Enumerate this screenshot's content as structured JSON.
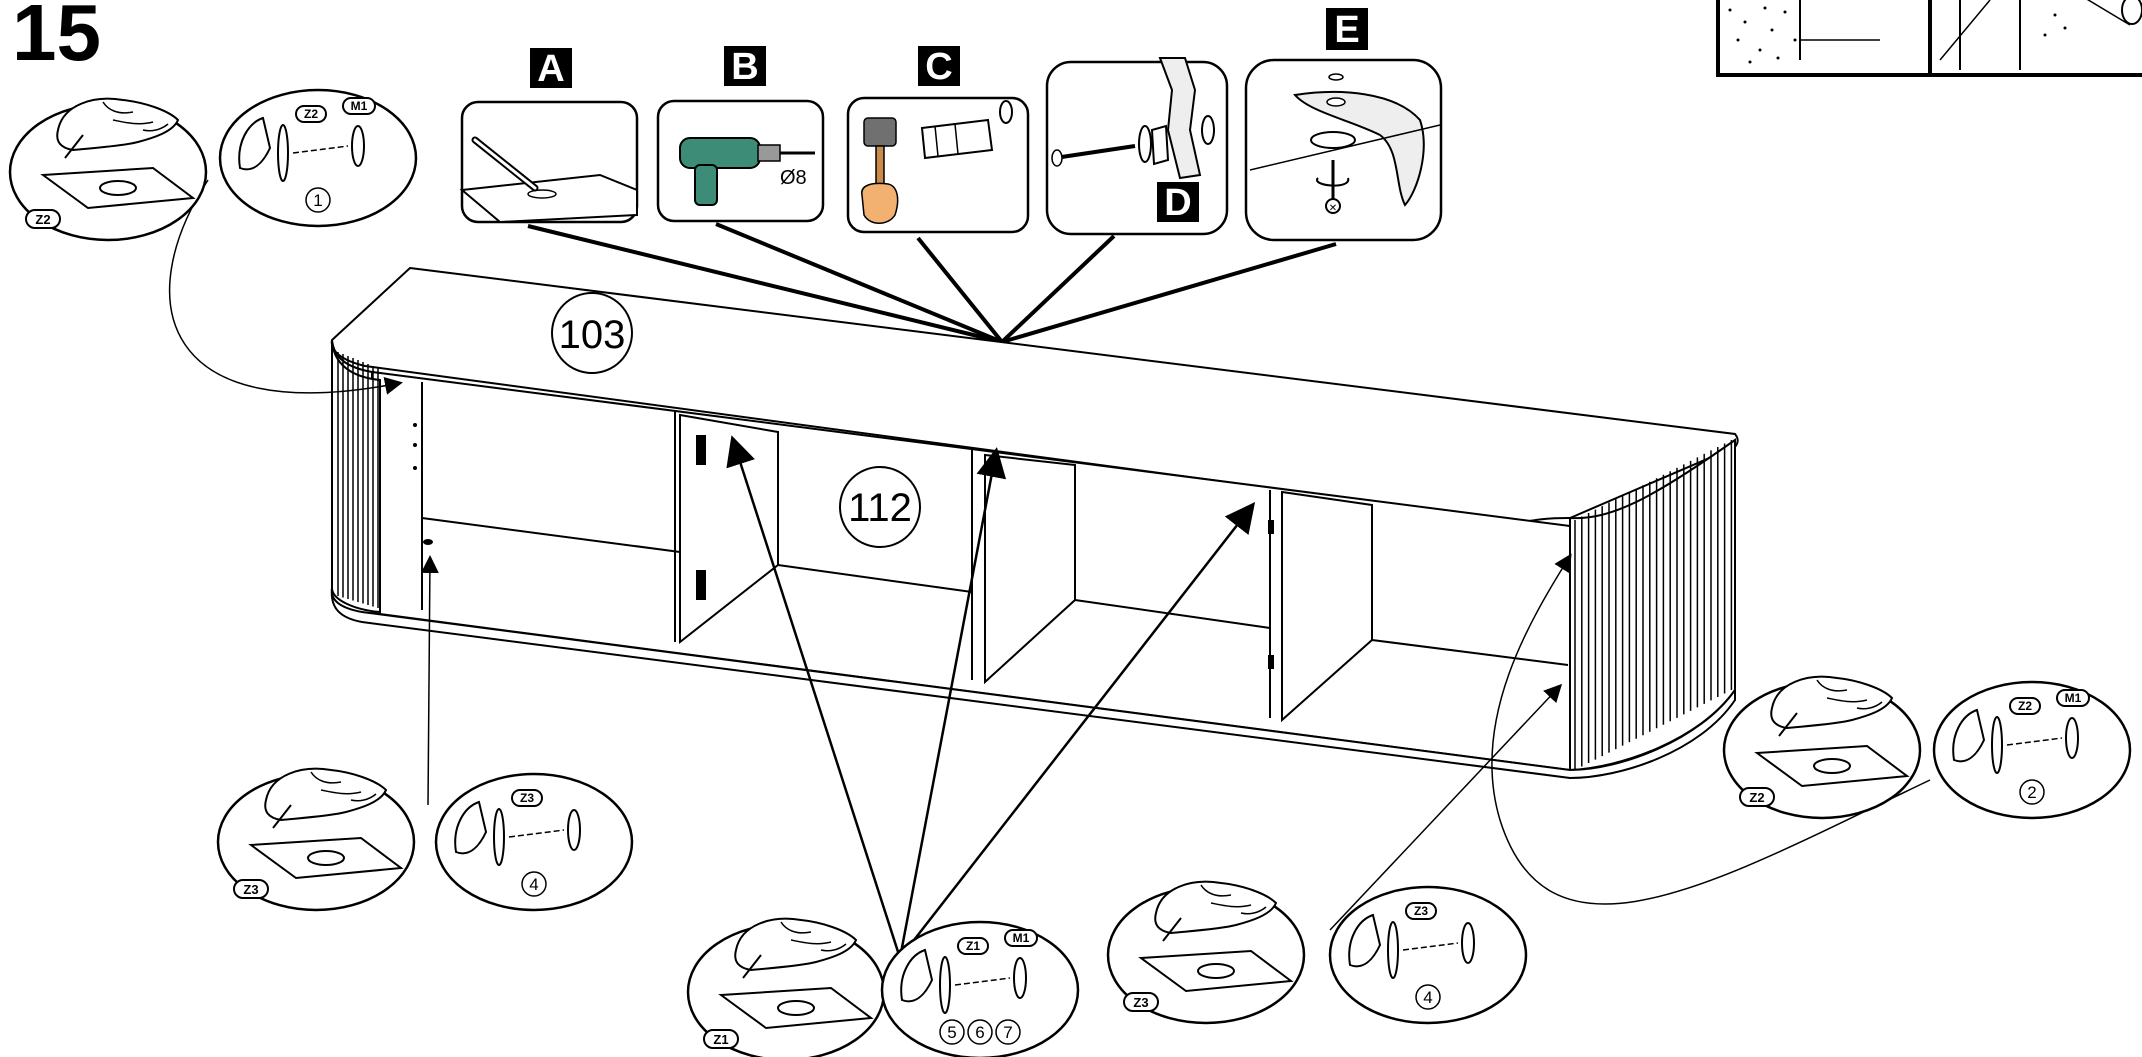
{
  "step_number": "15",
  "tools": [
    {
      "letter": "A",
      "icon": "pencil-icon"
    },
    {
      "letter": "B",
      "icon": "drill-icon",
      "note": "Ø8"
    },
    {
      "letter": "C",
      "icon": "hammer-icon"
    },
    {
      "letter": "D",
      "icon": "screw-icon"
    },
    {
      "letter": "E",
      "icon": "screwdriver-icon"
    }
  ],
  "parts": {
    "top": "103",
    "middle": "112"
  },
  "callouts": [
    {
      "id": "tl",
      "sticker": "Z2",
      "part": "M1",
      "step": "1"
    },
    {
      "id": "tr",
      "sticker": "Z2",
      "part": "M1",
      "step": "2"
    },
    {
      "id": "bl",
      "sticker": "Z3",
      "part": "",
      "step": "4"
    },
    {
      "id": "bm",
      "sticker": "Z1",
      "part": "M1",
      "steps": [
        "5",
        "6",
        "7"
      ]
    },
    {
      "id": "br",
      "sticker": "Z3",
      "part": "",
      "step": "4"
    }
  ],
  "colors": {
    "ink": "#000000",
    "drill_body": "#3c8c78",
    "hammer_head": "#707070",
    "hand": "#f2b170"
  }
}
